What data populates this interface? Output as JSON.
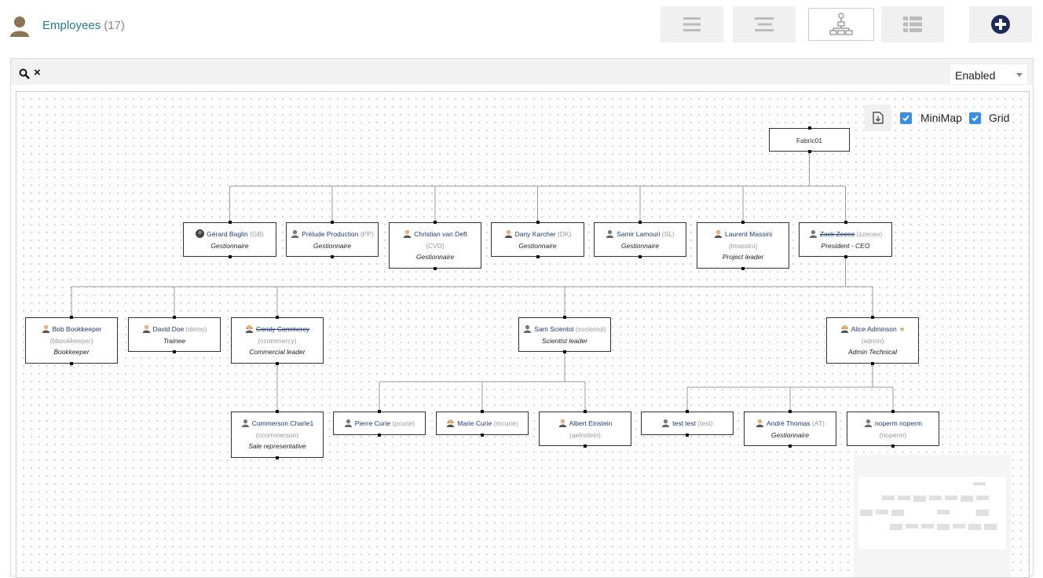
{
  "header": {
    "title": "Employees",
    "count": "(17)",
    "views": [
      {
        "name": "list-view",
        "icon": "list-icon"
      },
      {
        "name": "align-view",
        "icon": "align-icon"
      },
      {
        "name": "hierarchy-view",
        "icon": "org-chart-icon"
      },
      {
        "name": "table-view",
        "icon": "table-icon"
      }
    ],
    "add_icon": "plus-circle-icon"
  },
  "filter": {
    "search_icon": "search-icon",
    "clear_label": "×",
    "status_selected": "Enabled"
  },
  "canvas": {
    "export_icon": "export-icon",
    "minimap_label": "MiniMap",
    "minimap_checked": true,
    "grid_label": "Grid",
    "grid_checked": true
  },
  "org": {
    "root": {
      "name": "Fabric01"
    },
    "n_gb": {
      "name": "Gérard Baglin",
      "login": "(GB)",
      "title": "Gestionnaire",
      "avatar": "photo"
    },
    "n_pp": {
      "name": "Prélude Production",
      "login": "(PP)",
      "title": "Gestionnaire",
      "avatar": "user-grey"
    },
    "n_cvd": {
      "name": "Christian van Deft",
      "login": "(CVD)",
      "title": "Gestionnaire",
      "avatar": "user-man"
    },
    "n_dk": {
      "name": "Dany Karcher",
      "login": "(DK)",
      "title": "Gestionnaire",
      "avatar": "user-man"
    },
    "n_sl": {
      "name": "Samir Lamouri",
      "login": "(SL)",
      "title": "Gestionnaire",
      "avatar": "user-grey"
    },
    "n_lm": {
      "name": "Laurent Massini",
      "login": "(lmassini)",
      "title": "Project leader",
      "avatar": "user-man"
    },
    "n_zz": {
      "name": "Zack Zeceo",
      "login": "(zzeceo)",
      "title": "President - CEO",
      "avatar": "user-grey"
    },
    "n_bb": {
      "name": "Bob Bookkeeper",
      "login": "(bbookkeeper)",
      "title": "Bookkeeper",
      "avatar": "user-man"
    },
    "n_dd": {
      "name": "David Doe",
      "login": "(demo)",
      "title": "Trainee",
      "avatar": "user-man"
    },
    "n_cc": {
      "name": "Coraly Commercy",
      "login": "(ccommercy)",
      "title": "Commercial leader",
      "avatar": "user-woman"
    },
    "n_ss": {
      "name": "Sam Scientol",
      "login": "(sscientol)",
      "title": "Scientist leader",
      "avatar": "user-grey"
    },
    "n_aa": {
      "name": "Alice Adminson",
      "login": "(admin)",
      "title": "Admin Technical",
      "avatar": "user-woman",
      "star": "★"
    },
    "n_cc1": {
      "name": "Commerson Charle1",
      "login": "(ccommerson)",
      "title": "Sale representative",
      "avatar": "user-grey"
    },
    "n_pc": {
      "name": "Pierre Curie",
      "login": "(pcurie)",
      "title": "",
      "avatar": "user-grey"
    },
    "n_mc": {
      "name": "Marie Curie",
      "login": "(mcurie)",
      "title": "",
      "avatar": "user-woman"
    },
    "n_ae": {
      "name": "Albert Einstein",
      "login": "(aeinstein)",
      "title": "",
      "avatar": "user-man"
    },
    "n_tt": {
      "name": "test test",
      "login": "(test)",
      "title": "",
      "avatar": "user-grey"
    },
    "n_at": {
      "name": "André Thomas",
      "login": "(AT)",
      "title": "Gestionnaire",
      "avatar": "user-man"
    },
    "n_np": {
      "name": "noperm noperm",
      "login": "(noperm)",
      "title": "",
      "avatar": "user-grey"
    }
  },
  "colors": {
    "title_link": "#2a7a8c",
    "name_link": "#1f3b7a",
    "checkbox": "#3b8ee0"
  }
}
